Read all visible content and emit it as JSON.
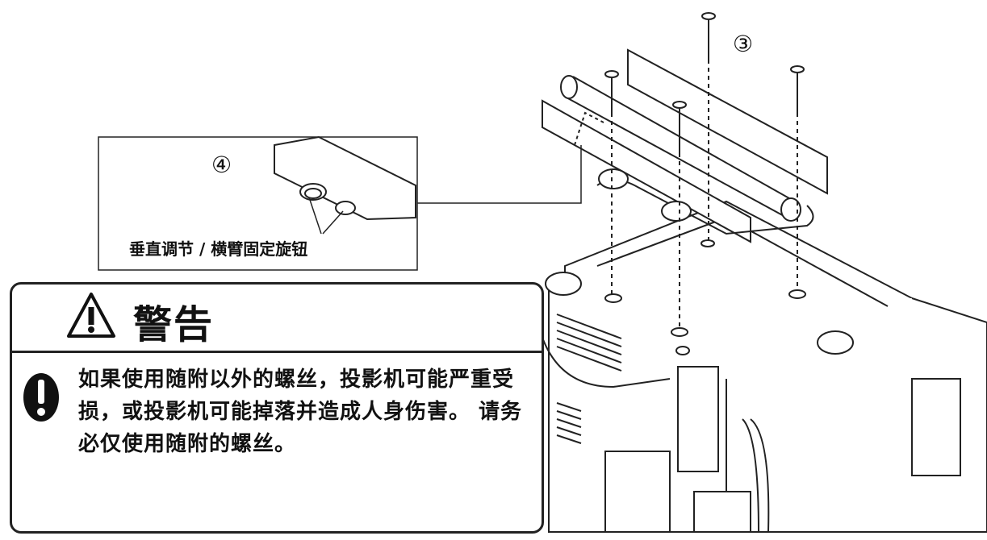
{
  "labels": {
    "step3": "③",
    "step4": "④",
    "knob_callout": "垂直调节 / 横臂固定旋钮"
  },
  "warning": {
    "title": "警告",
    "body": "如果使用随附以外的螺丝，投影机可能严重受损，或投影机可能掉落并造成人身伤害。 请务必仅使用随附的螺丝。"
  },
  "colors": {
    "line": "#222222",
    "background": "#ffffff"
  },
  "icons": [
    "warning-triangle-icon",
    "exclamation-icon"
  ]
}
